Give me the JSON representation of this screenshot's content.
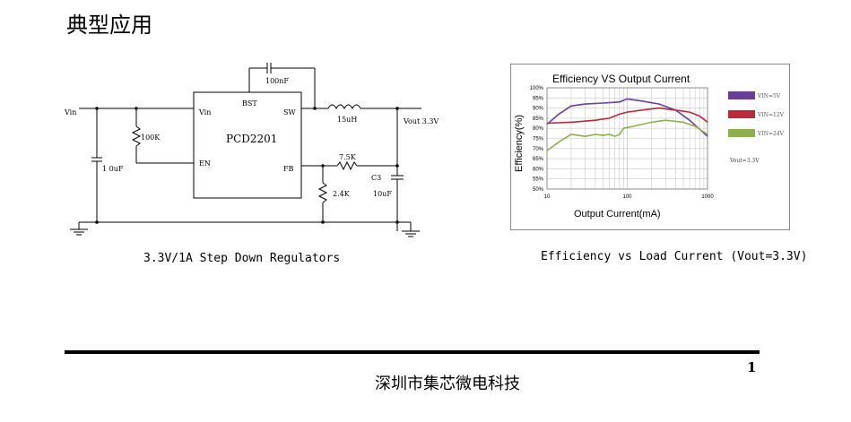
{
  "heading": "典型应用",
  "schematic": {
    "labels": {
      "vin_in": "Vin",
      "cap_in": "1 0uF",
      "pullup": "100K",
      "chip": "PCD2201",
      "pin_vin": "Vin",
      "pin_en": "EN",
      "pin_bst": "BST",
      "pin_sw": "SW",
      "pin_fb": "FB",
      "boot_cap": "100nF",
      "inductor": "15uH",
      "vout": "Vout 3.3V",
      "r_top": "7.5K",
      "r_bottom": "2.4K",
      "c_out_ref": "C3",
      "c_out": "10uF"
    },
    "caption": "3.3V/1A Step Down Regulators"
  },
  "efficiency_chart": {
    "caption": "Efficiency vs Load Current (Vout=3.3V)",
    "note": "Vout=3.3V"
  },
  "chart_data": {
    "type": "line",
    "title": "Efficiency VS Output Current",
    "xlabel": "Output Current(mA)",
    "ylabel": "Efficiency(%)",
    "x_scale": "log",
    "xlim": [
      10,
      1000
    ],
    "ylim": [
      50,
      100
    ],
    "x_ticks": [
      "10",
      "100",
      "1000"
    ],
    "y_ticks": [
      "50%",
      "55%",
      "60%",
      "65%",
      "70%",
      "75%",
      "80%",
      "85%",
      "90%",
      "95%",
      "100%"
    ],
    "grid": true,
    "legend_position": "right",
    "series": [
      {
        "name": "VIN=5V",
        "color": "#6a3d9a",
        "points": [
          [
            10,
            82
          ],
          [
            14,
            87
          ],
          [
            20,
            91
          ],
          [
            30,
            92
          ],
          [
            50,
            92.5
          ],
          [
            80,
            93
          ],
          [
            100,
            94.5
          ],
          [
            150,
            93.5
          ],
          [
            250,
            92
          ],
          [
            400,
            89
          ],
          [
            600,
            84
          ],
          [
            1000,
            76
          ]
        ]
      },
      {
        "name": "VIN=12V",
        "color": "#c0283a",
        "points": [
          [
            10,
            82.5
          ],
          [
            20,
            83
          ],
          [
            40,
            84
          ],
          [
            60,
            85
          ],
          [
            80,
            87
          ],
          [
            100,
            88
          ],
          [
            150,
            89
          ],
          [
            250,
            90
          ],
          [
            400,
            89
          ],
          [
            600,
            88
          ],
          [
            800,
            86
          ],
          [
            1000,
            83
          ]
        ]
      },
      {
        "name": "VIN=24V",
        "color": "#8db04a",
        "points": [
          [
            10,
            69
          ],
          [
            15,
            74
          ],
          [
            20,
            77
          ],
          [
            30,
            76
          ],
          [
            40,
            77
          ],
          [
            50,
            76.5
          ],
          [
            60,
            77
          ],
          [
            70,
            76
          ],
          [
            80,
            77
          ],
          [
            90,
            80
          ],
          [
            120,
            81
          ],
          [
            200,
            83
          ],
          [
            300,
            84
          ],
          [
            500,
            83
          ],
          [
            700,
            81
          ],
          [
            1000,
            77
          ]
        ]
      }
    ]
  },
  "footer": {
    "page_number": "1",
    "company": "深圳市集芯微电科技"
  }
}
